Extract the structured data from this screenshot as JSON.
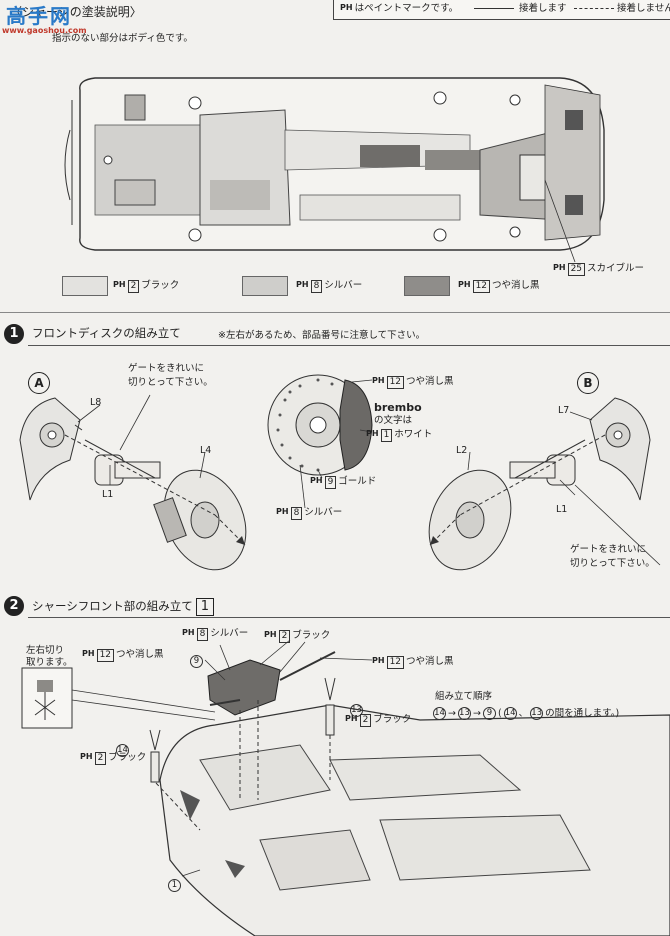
{
  "header": {
    "title": "シャーシの塗装説明〉",
    "title_prefix": "〈",
    "legend_paint": "はペイントマークです。",
    "legend_glue": "接着します",
    "legend_noglue": "接着しません",
    "note": "指示のない部分はボディ色です。",
    "watermark": "高手网",
    "watermark_url": "www.gaoshou.com"
  },
  "ph_mark": "PH",
  "chassis_callout": {
    "num": "25",
    "label": "スカイブルー"
  },
  "swatches": [
    {
      "num": "2",
      "label": "ブラック",
      "color": "#e3e2df"
    },
    {
      "num": "8",
      "label": "シルバー",
      "color": "#cfcecb"
    },
    {
      "num": "12",
      "label": "つや消し黒",
      "color": "#8f8d8a"
    }
  ],
  "step1": {
    "number": "1",
    "title": "フロントディスクの組み立て",
    "note": "※左右があるため、部品番号に注意して下さい。",
    "side_a": "A",
    "side_b": "B",
    "labels": {
      "L8": "L8",
      "L4": "L4",
      "L1": "L1",
      "L2": "L2",
      "L7": "L7"
    },
    "gate_note_left_1": "ゲートをきれいに",
    "gate_note_left_2": "切りとって下さい。",
    "gate_note_right_1": "ゲートをきれいに",
    "gate_note_right_2": "切りとって下さい。",
    "disc_callouts": [
      {
        "num": "12",
        "label": "つや消し黒"
      },
      {
        "num": "1",
        "label": "ホワイト"
      },
      {
        "num": "9",
        "label": "ゴールド"
      },
      {
        "num": "8",
        "label": "シルバー"
      }
    ],
    "brembo": "brembo",
    "brembo_note": "の文字は"
  },
  "step2": {
    "number": "2",
    "title": "シャーシフロント部の組み立て",
    "box_num": "1",
    "cut_note_1": "左右切り",
    "cut_note_2": "取ります。",
    "callouts": [
      {
        "num": "8",
        "label": "シルバー"
      },
      {
        "num": "2",
        "label": "ブラック"
      },
      {
        "num": "12",
        "label": "つや消し黒"
      },
      {
        "num": "12",
        "label": "つや消し黒"
      },
      {
        "num": "2",
        "label": "ブラック"
      },
      {
        "num": "2",
        "label": "ブラック"
      }
    ],
    "parts": {
      "p9": "9",
      "p13": "13",
      "p14": "14",
      "p1": "1"
    },
    "order_title": "組み立て順序",
    "order_seq": [
      "14",
      "13",
      "9"
    ],
    "order_note": "(",
    "order_note2": "の間を通します。)"
  }
}
